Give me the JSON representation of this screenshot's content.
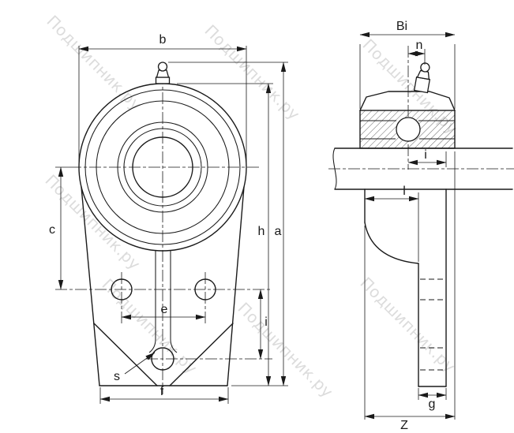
{
  "watermark": {
    "text": "Подшипник.ру"
  },
  "front_view": {
    "labels": {
      "b": "b",
      "c": "c",
      "h": "h",
      "a": "a",
      "e": "e",
      "i": "i",
      "s": "s",
      "f": "f"
    }
  },
  "side_view": {
    "labels": {
      "Bi": "Bi",
      "n": "n",
      "i": "i",
      "l": "l",
      "g": "g",
      "Z": "Z"
    }
  },
  "colors": {
    "line": "#1a1a1a",
    "watermark": "#c6c6c6",
    "background": "#ffffff"
  }
}
